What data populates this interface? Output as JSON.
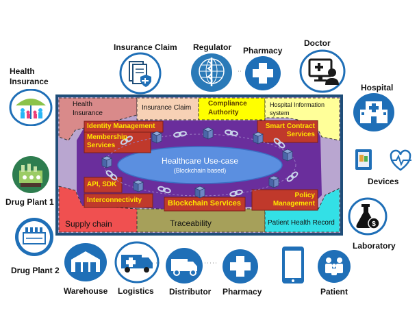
{
  "center": {
    "title": "Healthcare Use-case",
    "subtitle": "(Blockchain based)"
  },
  "regions": {
    "health_insurance": "Health\nInsurance",
    "insurance_claim": "Insurance Claim",
    "compliance_authority": "Compliance\nAuthority",
    "hospital_information_system": "Hospital Information\nsystem",
    "supply_chain": "Supply chain",
    "traceability": "Traceability",
    "patient_health_record": "Patient Health Record"
  },
  "components": {
    "identity_management": "Identity Management",
    "membership_services": "Membership\nServices",
    "smart_contract_services": "Smart Contract\nServices",
    "api_sdk": "API, SDK",
    "interconnectivity": "Interconnectivity",
    "blockchain_services": "Blockchain Services",
    "policy_management": "Policy\nManagement"
  },
  "stakeholders": {
    "health_insurance": "Health\nInsurance",
    "insurance_claim": "Insurance Claim",
    "regulator": "Regulator",
    "pharmacy_top": "Pharmacy",
    "doctor": "Doctor",
    "hospital": "Hospital",
    "devices": "Devices",
    "laboratory": "Laboratory",
    "drug_plant_1": "Drug Plant 1",
    "drug_plant_2": "Drug Plant 2",
    "warehouse": "Warehouse",
    "logistics": "Logistics",
    "distributor": "Distributor",
    "pharmacy_bottom": "Pharmacy",
    "patient": "Patient"
  },
  "colors": {
    "frame_border": "#1f4e79",
    "platform_purple": "#6a2e9c",
    "ellipse_blue": "#5b8fe0",
    "service_red": "#c0392b",
    "service_text": "#ffe600",
    "icon_blue": "#1f6fb7",
    "region_pink": "#d98a8a",
    "region_peach": "#f7d1b5",
    "region_yellow": "#ffff00",
    "region_lightyellow": "#ffff99",
    "region_salmon": "#f05050",
    "region_olive": "#a6a05a",
    "region_cyan": "#33e0e6"
  },
  "icons": {
    "insurance_claim": "document-shield-icon",
    "regulator": "who-emblem-icon",
    "pharmacy": "medical-cross-icon",
    "doctor": "doctor-monitor-icon",
    "health_insurance": "umbrella-family-icon",
    "hospital": "hospital-building-icon",
    "devices": "tablet-heartbeat-icon",
    "laboratory": "flask-money-icon",
    "drug_plant": "factory-icon",
    "warehouse": "warehouse-icon",
    "logistics": "ambulance-truck-icon",
    "distributor": "delivery-truck-icon",
    "patient": "smartphone-family-icon",
    "chain": "chain-link-icon",
    "cube": "block-cube-icon"
  }
}
